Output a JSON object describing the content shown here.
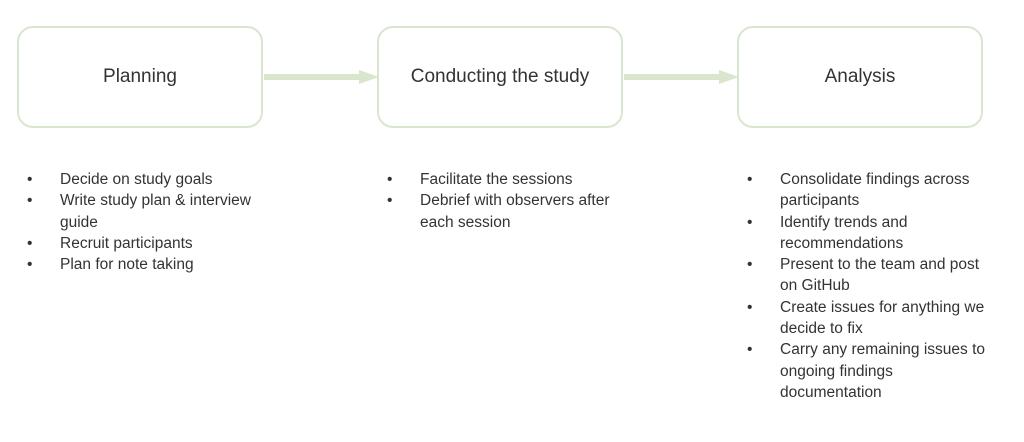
{
  "stages": [
    {
      "title": "Planning",
      "tasks": [
        "Decide on study goals",
        "Write study plan & interview guide",
        "Recruit participants",
        "Plan for note taking"
      ]
    },
    {
      "title": "Conducting the study",
      "tasks": [
        "Facilitate the sessions",
        "Debrief with observers after each session"
      ]
    },
    {
      "title": "Analysis",
      "tasks": [
        "Consolidate findings across participants",
        "Identify trends and recommendations",
        "Present to the team and post on GitHub",
        "Create issues for anything we decide to fix",
        "Carry any remaining issues to ongoing findings documentation"
      ]
    }
  ],
  "bullet_char": "•",
  "colors": {
    "box_border": "#d9e6cd",
    "arrow": "#d9e6cd",
    "text": "#333333"
  }
}
